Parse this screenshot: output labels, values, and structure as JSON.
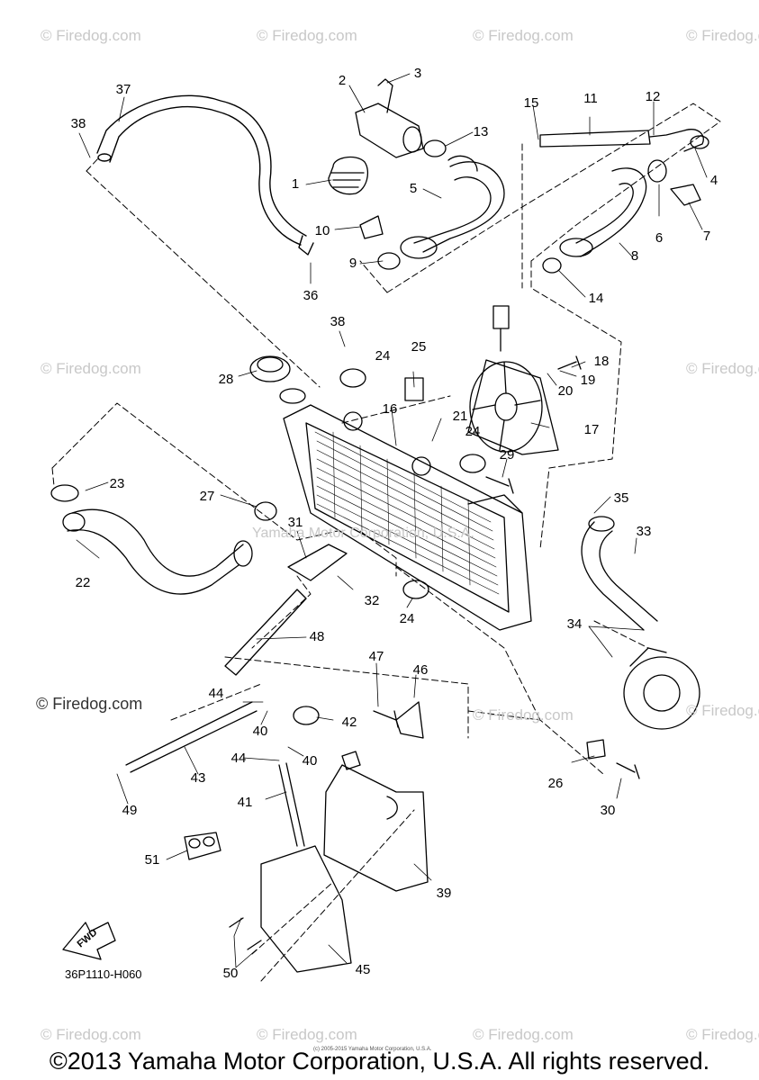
{
  "watermark": "© Firedog.com",
  "brand_watermark": "© Firedog.com",
  "center_watermark": "Yamaha Motor Corporation, U.S.A.",
  "part_code": "36P1110-H060",
  "tiny_copyright": "(c) 2005-2015 Yamaha Motor Corporation, U.S.A.",
  "footer_copyright": "©2013 Yamaha Motor Corporation, U.S.A. All rights reserved.",
  "fwd_label": "FWD",
  "callouts": [
    "1",
    "2",
    "3",
    "4",
    "5",
    "6",
    "7",
    "8",
    "9",
    "10",
    "11",
    "12",
    "13",
    "14",
    "15",
    "16",
    "17",
    "18",
    "19",
    "20",
    "21",
    "22",
    "23",
    "24",
    "24",
    "24",
    "25",
    "26",
    "27",
    "28",
    "29",
    "30",
    "31",
    "32",
    "33",
    "34",
    "35",
    "36",
    "37",
    "38",
    "38",
    "39",
    "40",
    "40",
    "41",
    "42",
    "43",
    "44",
    "44",
    "45",
    "46",
    "47",
    "48",
    "49",
    "50",
    "51"
  ]
}
